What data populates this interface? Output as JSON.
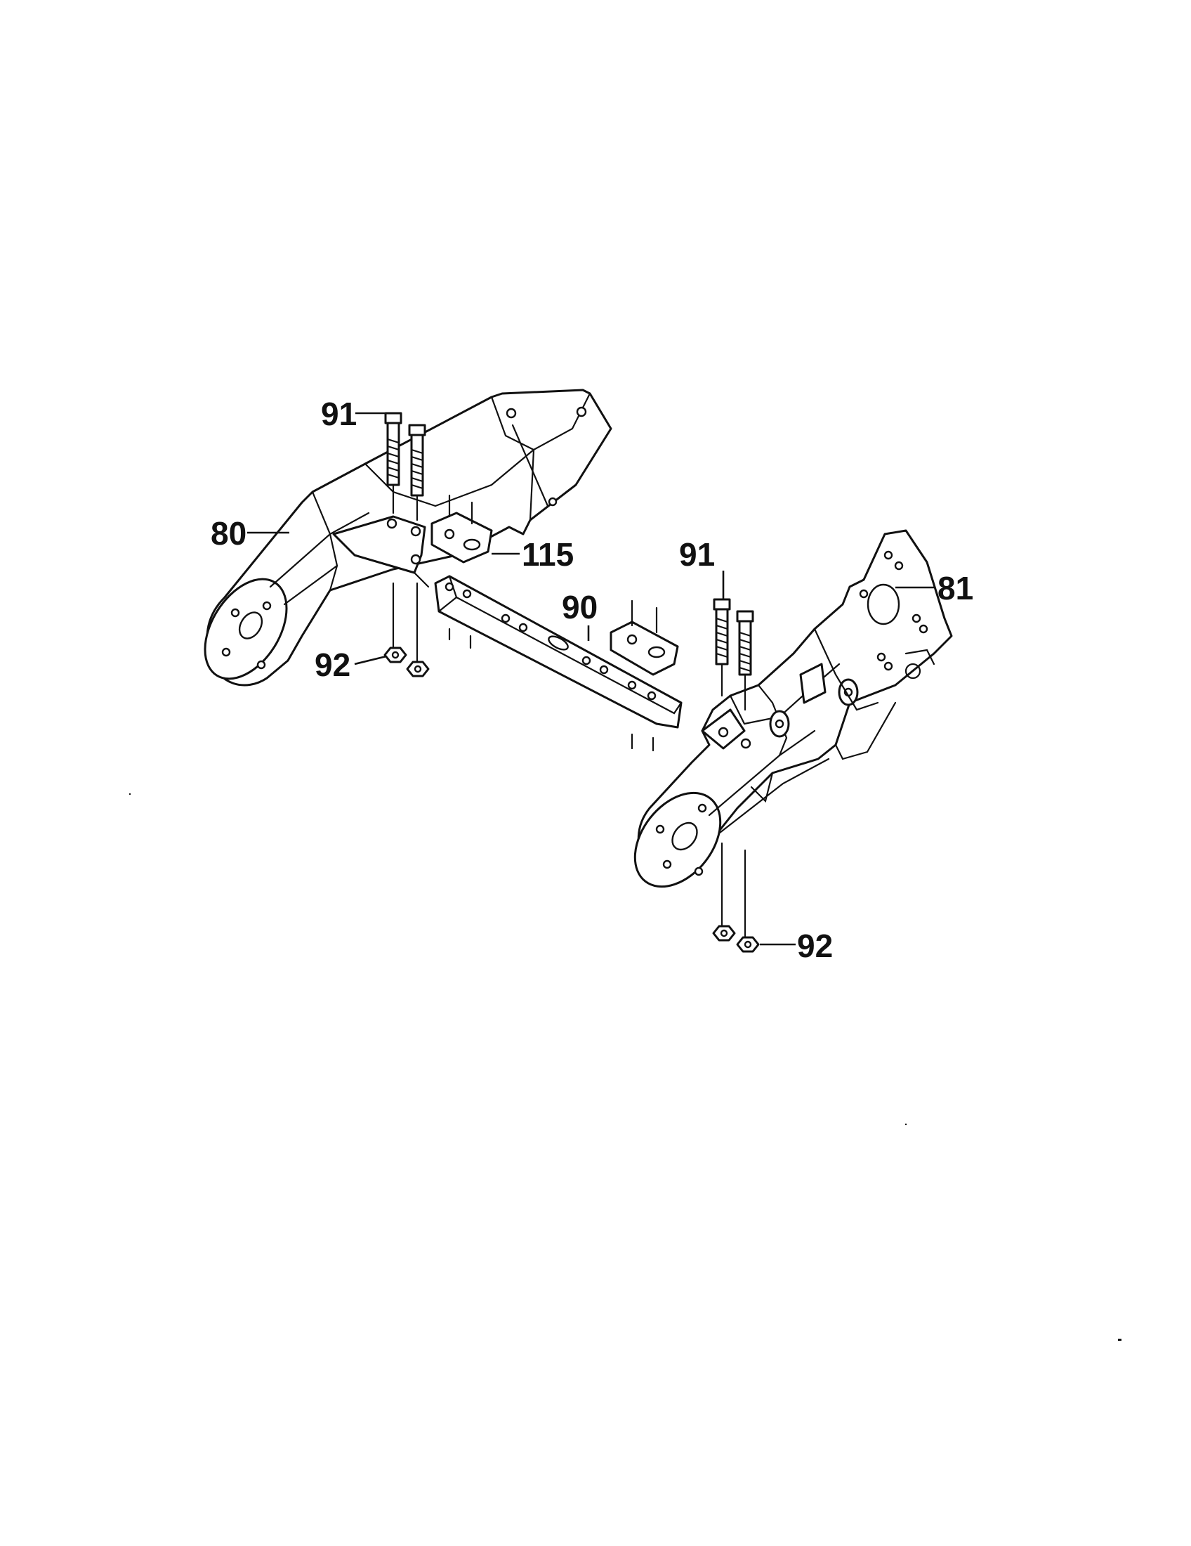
{
  "callouts": {
    "c91_left": "91",
    "c80": "80",
    "c115": "115",
    "c92_left": "92",
    "c90": "90",
    "c91_right": "91",
    "c81": "81",
    "c92_right": "92"
  },
  "colors": {
    "ink": "#111111",
    "paper": "#ffffff"
  }
}
